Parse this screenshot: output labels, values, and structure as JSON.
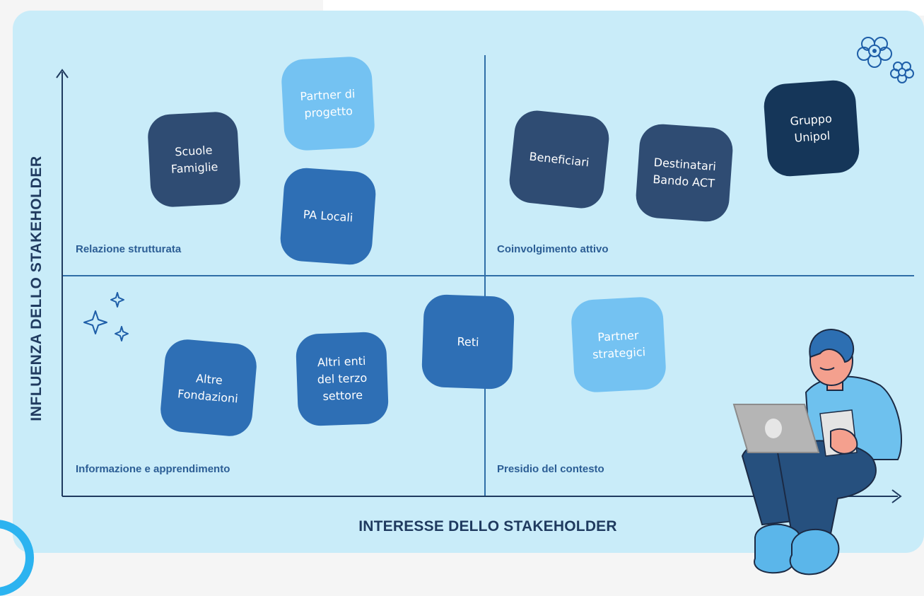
{
  "axes": {
    "x_label": "INTERESSE DELLO STAKEHOLDER",
    "y_label": "INFLUENZA DELLO STAKEHOLDER"
  },
  "quadrants": {
    "top_left": "Relazione strutturata",
    "top_right": "Coinvolgimento attivo",
    "bottom_left": "Informazione e apprendimento",
    "bottom_right": "Presidio del contesto"
  },
  "stakeholders": {
    "scuole_famiglie": "Scuole\nFamiglie",
    "partner_progetto": "Partner di\nprogetto",
    "pa_locali": "PA Locali",
    "beneficiari": "Beneficiari",
    "destinatari": "Destinatari\nBando ACT",
    "gruppo_unipol": "Gruppo\nUnipol",
    "altre_fondazioni": "Altre\nFondazioni",
    "altri_enti": "Altri enti\ndel terzo\nsettore",
    "reti": "Reti",
    "partner_strategici": "Partner\nstrategici"
  },
  "colors": {
    "panel": "#c9ecf9",
    "dark": "#2f4c73",
    "navy": "#153659",
    "mid": "#2e6fb5",
    "light": "#74c2f2",
    "axis": "#1f3a5f"
  }
}
